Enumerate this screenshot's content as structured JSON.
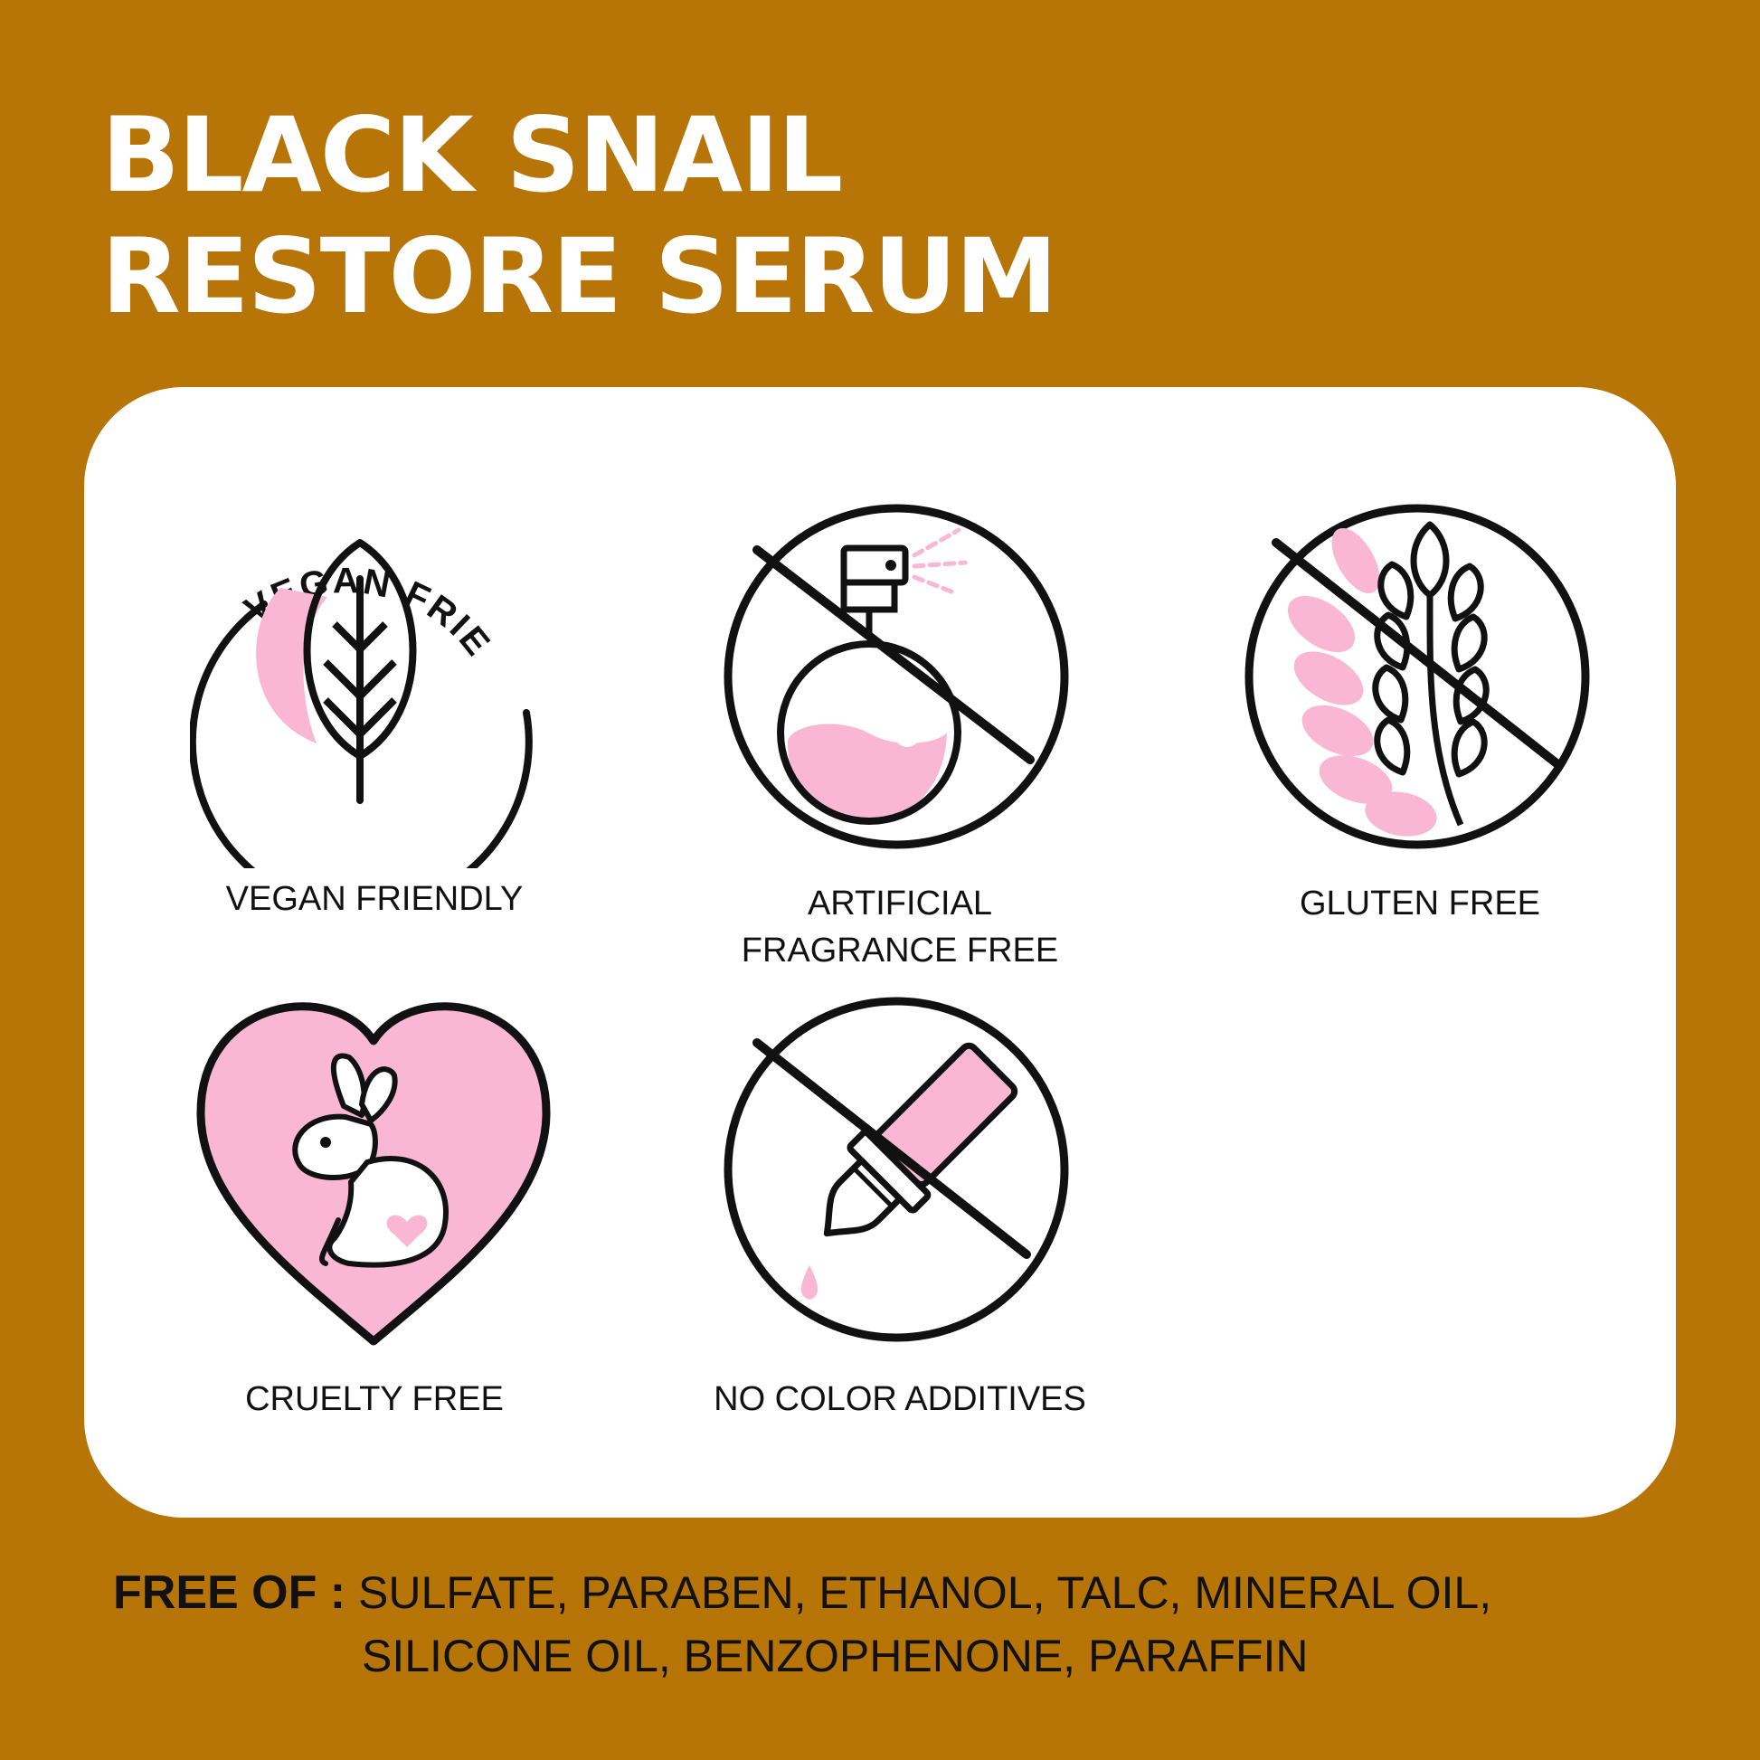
{
  "title": {
    "line1": "BLACK SNAIL",
    "line2": "RESTORE SERUM"
  },
  "badges": [
    {
      "label": "VEGAN FRIENDLY",
      "ring_text": "VEGAN FRIENDLY",
      "icon": "leaf-icon"
    },
    {
      "label_line1": "ARTIFICIAL",
      "label_line2": "FRAGRANCE FREE",
      "icon": "perfume-bottle-icon"
    },
    {
      "label": "GLUTEN FREE",
      "icon": "wheat-icon"
    },
    {
      "label": "CRUELTY FREE",
      "icon": "rabbit-heart-icon"
    },
    {
      "label": "NO COLOR ADDITIVES",
      "icon": "dropper-icon"
    }
  ],
  "free_of": {
    "heading": "FREE OF :",
    "line1": "SULFATE, PARABEN, ETHANOL, TALC, MINERAL OIL,",
    "line2": "SILICONE OIL, BENZOPHENONE, PARAFFIN"
  },
  "colors": {
    "background": "#B77407",
    "card": "#FFFFFF",
    "accent_pink": "#F9B7D4",
    "ink": "#111111"
  }
}
